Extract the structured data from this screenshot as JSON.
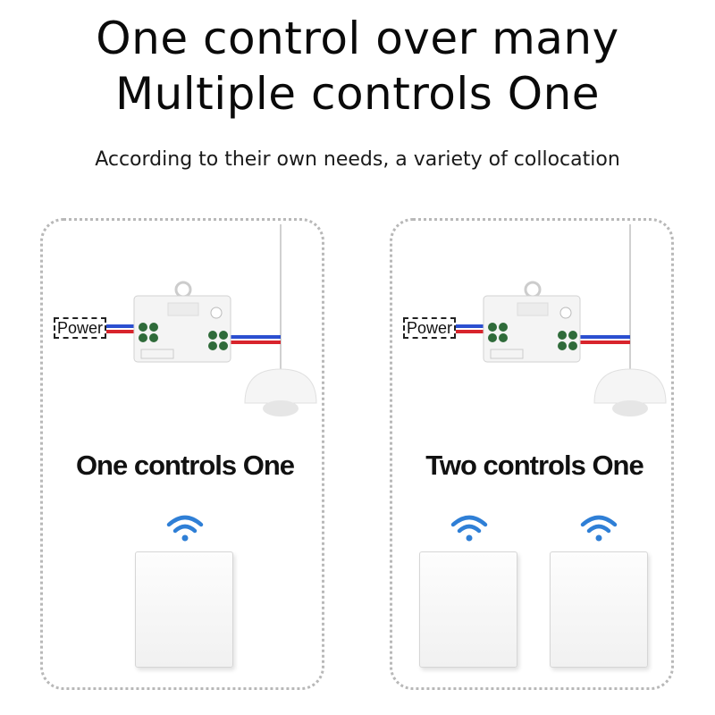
{
  "headline": {
    "line1": "One control over many",
    "line2": "Multiple controls One"
  },
  "subtitle": "According to their own needs, a variety of collocation",
  "panels": [
    {
      "power_label": "Power",
      "title": "One controls One",
      "remotes": 1
    },
    {
      "power_label": "Power",
      "title": "Two controls One",
      "remotes": 2
    }
  ],
  "colors": {
    "wifi_blue": "#2f7fd6",
    "wire_red": "#d8242c",
    "wire_blue": "#2b4fd0",
    "module_green": "#2f6b3a",
    "panel_border": "#b8b8b8"
  },
  "icons": [
    "wifi-icon",
    "relay-module-icon",
    "pendant-lamp-icon",
    "wall-switch-icon"
  ]
}
